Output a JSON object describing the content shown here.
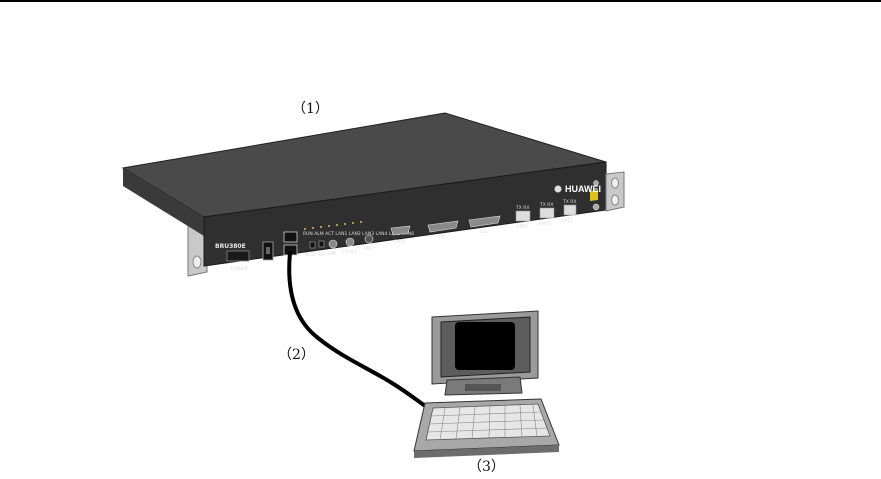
{
  "callouts": {
    "router": "（1）",
    "cable": "（2）",
    "laptop": "（3）"
  },
  "device": {
    "model": "BRU380E",
    "brand": "HUAWEI",
    "power": "POWER",
    "leds": "RUN ALM ACT LAN1 LAN2 LAN3 LAN4 LAN5 LAN6",
    "rst": "RLST RST",
    "lim": "LIM",
    "ckinterface": "CK/IF1",
    "pps": "PPS",
    "ext1": "EXT1",
    "ch": "CH",
    "eg": "E1s",
    "txrx1": "TX RX",
    "txrx2": "TX RX",
    "txrx3": "TX RX",
    "opt0": "OPT0",
    "opt1": "OPT1",
    "opt2": "OPT2"
  },
  "colors": {
    "chassis_top": "#4a4a4a",
    "chassis_front": "#2f2f2f",
    "ear": "#bdbdbd",
    "laptop_body": "#9a9a9a",
    "cable": "#000000"
  }
}
